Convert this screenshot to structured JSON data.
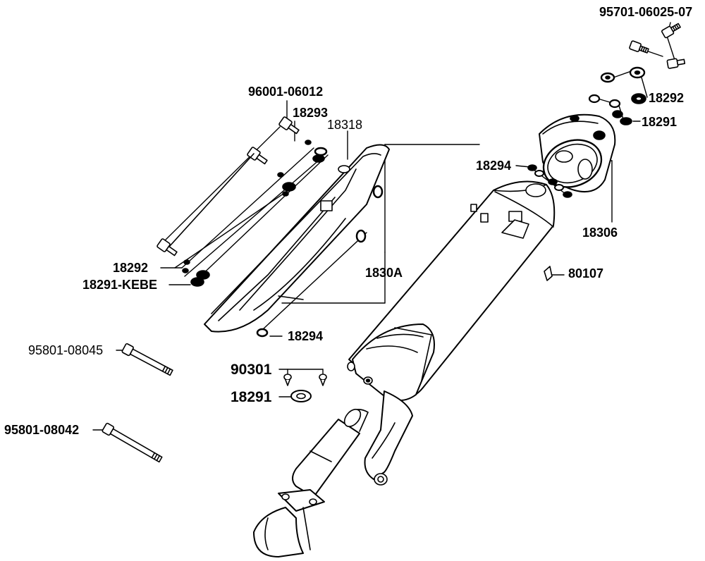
{
  "labels": {
    "p95701": "95701-06025-07",
    "p18292_top": "18292",
    "p18291_top": "18291",
    "p18294_top": "18294",
    "p18306": "18306",
    "p96001": "96001-06012",
    "p18293": "18293",
    "p18318": "18318",
    "p18292_left": "18292",
    "p18291kebe": "18291-KEBE",
    "p1830a": "1830A",
    "p80107": "80107",
    "p18294_mid": "18294",
    "p95801_045": "95801-08045",
    "p90301": "90301",
    "p18291_mid": "18291",
    "p95801_042": "95801-08042"
  },
  "colors": {
    "ink": "#000000",
    "paper": "#ffffff",
    "shade": "#c8c8c8"
  }
}
